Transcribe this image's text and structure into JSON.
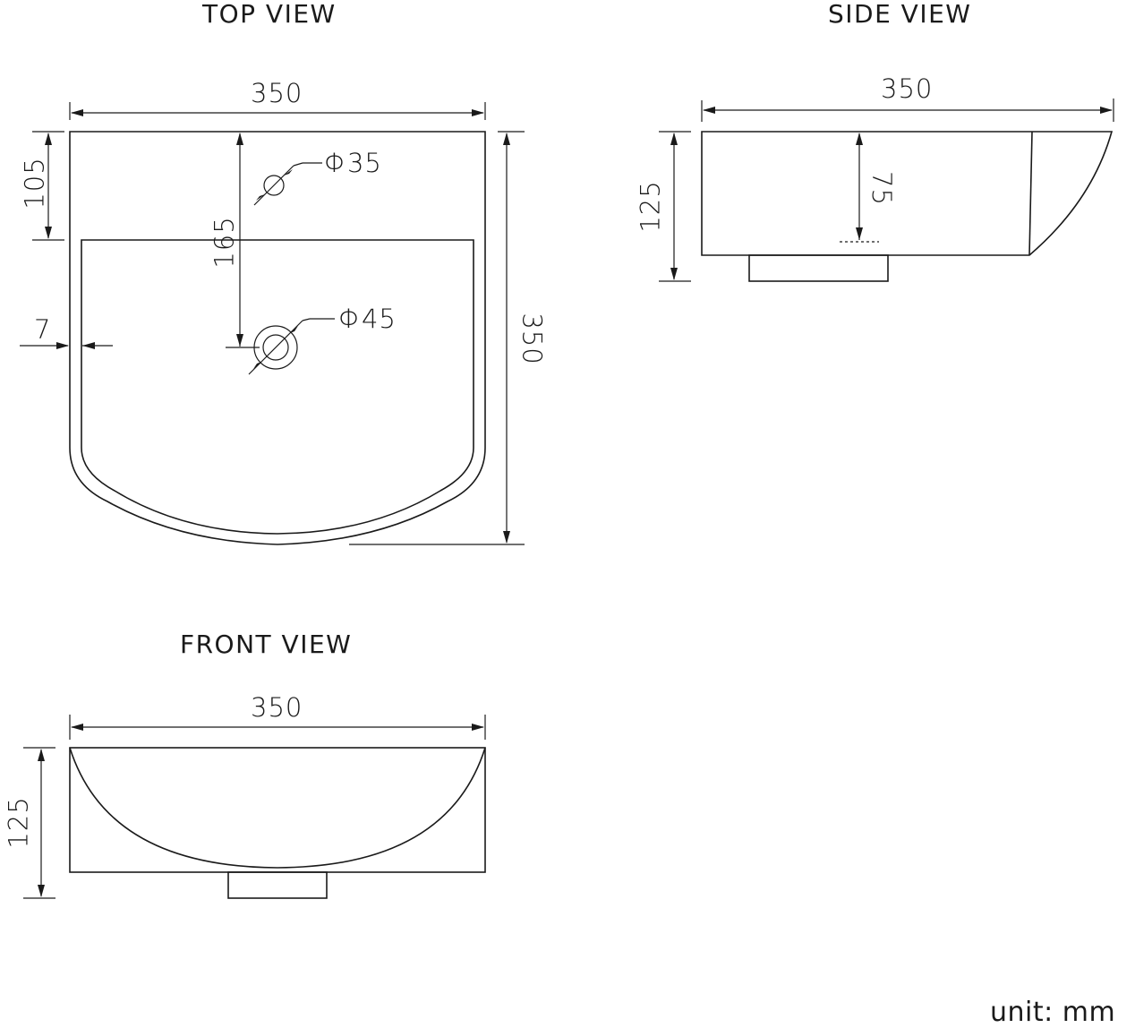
{
  "views": {
    "top": {
      "title": "TOP VIEW",
      "width_dim": "350",
      "depth_dim": "350",
      "tap_offset_dim": "105",
      "drain_offset_dim": "165",
      "rim_dim": "7",
      "tap_hole_dim": "Φ35",
      "drain_hole_dim": "Φ45"
    },
    "side": {
      "title": "SIDE VIEW",
      "width_dim": "350",
      "height_dim": "125",
      "bowl_depth_dim": "75"
    },
    "front": {
      "title": "FRONT VIEW",
      "width_dim": "350",
      "height_dim": "125"
    }
  },
  "unit_label": "unit: mm"
}
